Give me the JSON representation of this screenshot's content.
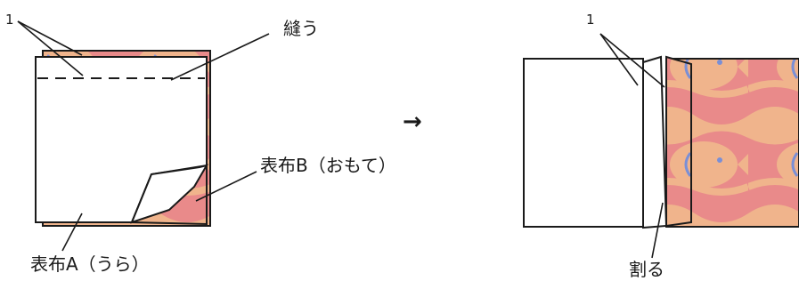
{
  "left_figure": {
    "fold_number": "1",
    "sew_label": "縫う",
    "fabric_b_label": "表布B（おもて）",
    "fabric_a_label": "表布A（うら）"
  },
  "step_arrow": "→",
  "right_figure": {
    "fold_number": "1",
    "press_open_label": "割る"
  },
  "colors": {
    "fabric_pink": "#e98a8a",
    "fabric_peach": "#f0b48c",
    "fish_blue": "#7a8fd6",
    "outline": "#1a1a1a",
    "background": "#ffffff"
  }
}
